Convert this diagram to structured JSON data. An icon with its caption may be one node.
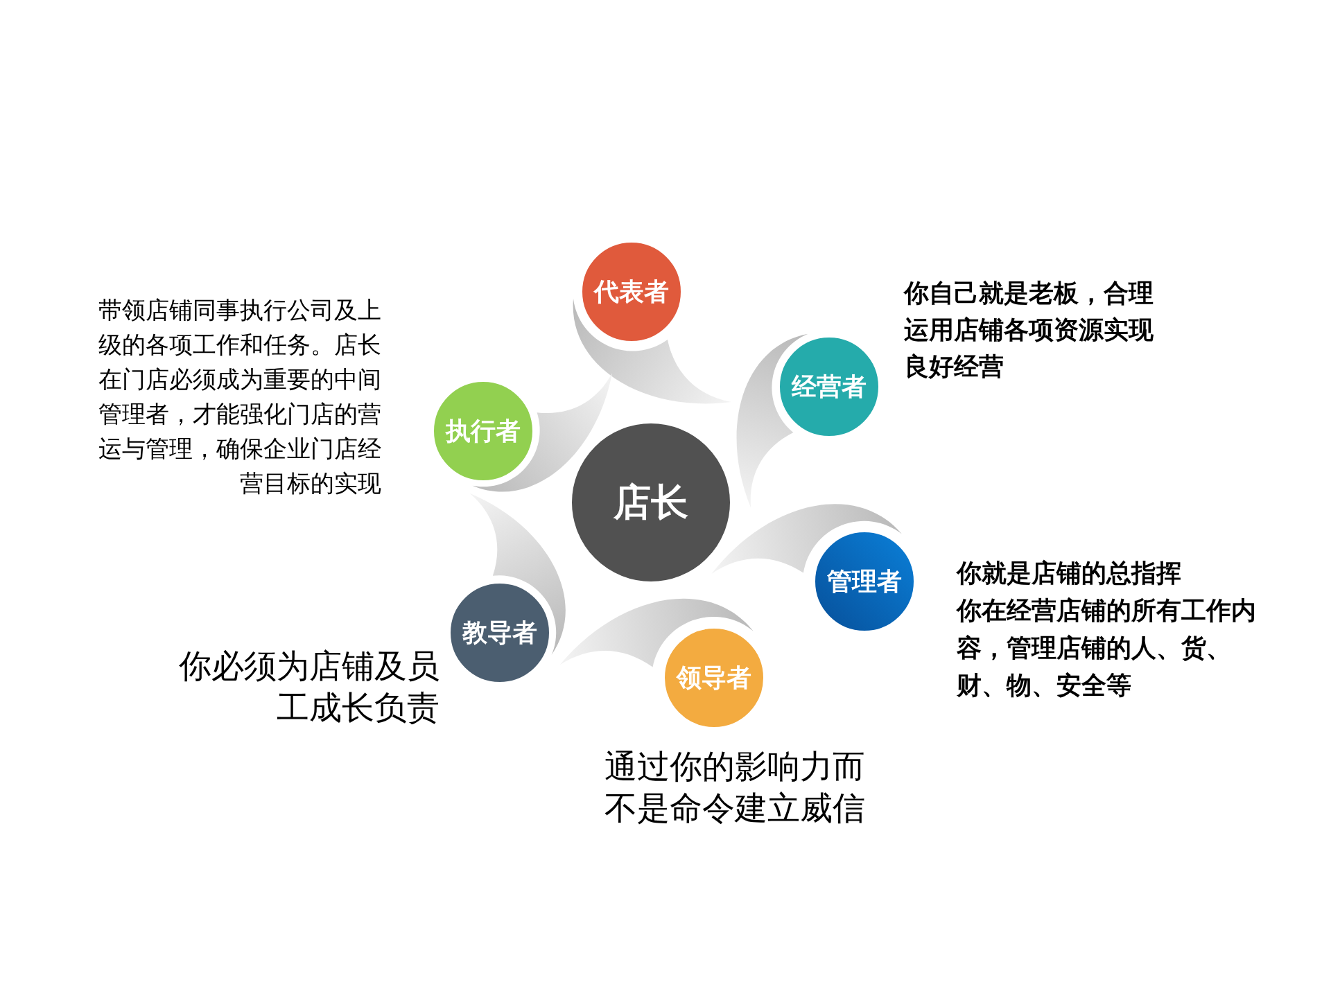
{
  "diagram": {
    "nodes": [
      {
        "text": [
          "店长"
        ]
      },
      {
        "text": [
          "代表者"
        ]
      },
      {
        "text": [
          "经营者"
        ],
        "beside": [
          "你自己就是老板，合理运用店铺各项资源实现良好经营"
        ]
      },
      {
        "text": [
          "管理者"
        ],
        "beside": [
          "你就是店铺的总指挥",
          "你在经营店铺的所有工作内容，管理店铺的人、货、财、物、安全等"
        ]
      },
      {
        "text": [
          "领导者"
        ],
        "beside": [
          "通过你的影响力而不是命令建立威信"
        ]
      },
      {
        "text": [
          "教导者"
        ],
        "beside": [
          "你必须为店铺及员工成长负责"
        ]
      },
      {
        "text": [
          "执行者"
        ],
        "beside": [
          "带领店铺同事执行公司及上级的各项工作和任务。店长在门店必须成为重要的中间管理者，才能强化门店的营运与管理，确保企业门店经营目标的实现"
        ]
      }
    ]
  }
}
